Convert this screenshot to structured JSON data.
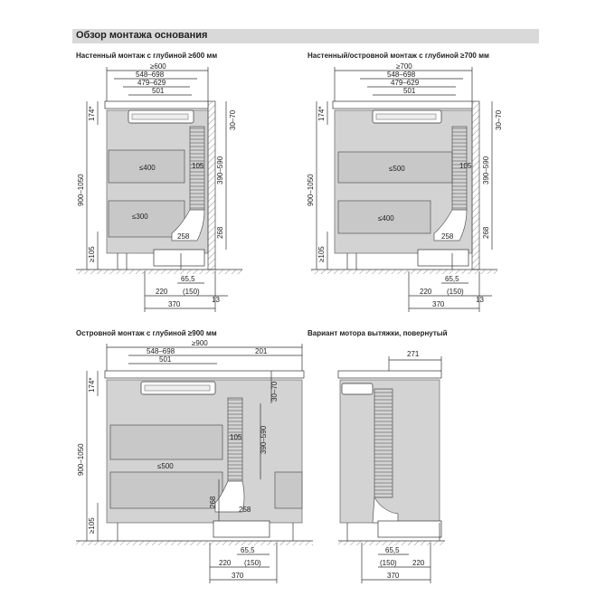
{
  "header": {
    "title": "Обзор монтажа основания"
  },
  "panels": [
    {
      "title": "Настенный монтаж с глубиной ≥600 мм",
      "dims": {
        "top1": "≥600",
        "top2": "548–698",
        "top3": "479–629",
        "top4": "501",
        "left_small": "174*",
        "left_tall": "900–1050",
        "left_base": "≥105",
        "right_top": "30–70",
        "right_mid": "390–590",
        "right_low": "268",
        "duct": "105",
        "drawer1": "≤400",
        "drawer2": "≤300",
        "box": "258",
        "b1": "65,5",
        "b2": "220",
        "b3": "(150)",
        "b4": "13",
        "b5": "370"
      }
    },
    {
      "title": "Настенный/островной монтаж с глубиной ≥700 мм",
      "dims": {
        "top1": "≥700",
        "top2": "548–698",
        "top3": "479–629",
        "top4": "501",
        "left_small": "174*",
        "left_tall": "900–1050",
        "left_base": "≥105",
        "right_top": "30–70",
        "right_mid": "390–590",
        "right_low": "268",
        "duct": "105",
        "drawer1": "≤500",
        "drawer2": "≤400",
        "box": "258",
        "b1": "65,5",
        "b2": "220",
        "b3": "(150)",
        "b4": "13",
        "b5": "370"
      }
    },
    {
      "title": "Островной монтаж с глубиной ≥900 мм",
      "dims": {
        "top1": "≥900",
        "top2": "548–698",
        "top3": "501",
        "top4": "201",
        "left_small": "174*",
        "left_tall": "900–1050",
        "left_base": "≥105",
        "right_top": "30–70",
        "right_mid": "390–590",
        "right_low": "268",
        "duct": "105",
        "drawer1": "≤500",
        "box": "258",
        "b1": "65,5",
        "b2": "220",
        "b3": "(150)",
        "b5": "370"
      }
    },
    {
      "title": "Вариант мотора вытяжки, повернутый",
      "dims": {
        "top1": "271",
        "b1": "65,5",
        "b2": "(150)",
        "b3": "220",
        "b5": "370"
      }
    }
  ]
}
